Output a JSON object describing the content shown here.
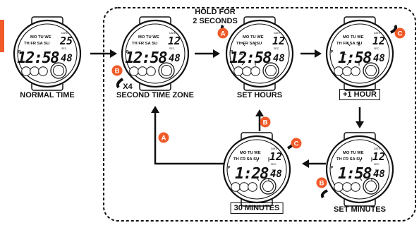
{
  "labels": {
    "normal_time": "NORMAL TIME",
    "second_time_zone": "SECOND TIME ZONE",
    "set_hours": "SET HOURS",
    "plus_one_hour": "+1 HOUR",
    "set_minutes": "SET MINUTES",
    "thirty_minutes": "30 MINUTES",
    "hold_line1": "HOLD FOR",
    "hold_line2": "2 SECONDS",
    "x4": "X4"
  },
  "buttons": {
    "a": "A",
    "b": "B",
    "c": "C"
  },
  "watch_text": {
    "days_top": "MO TU WE",
    "days_bottom": "TH FR SA SU",
    "date": "DATE",
    "sec": "SEC.",
    "p": "P"
  },
  "watches": [
    {
      "name": "normal-time",
      "date": "25",
      "time": "12:58",
      "sec": "48"
    },
    {
      "name": "second-time-zone",
      "date": "12",
      "time": "12:58",
      "sec": "48"
    },
    {
      "name": "set-hours",
      "date": "12",
      "time": "12:58",
      "sec": "48"
    },
    {
      "name": "plus-one-hour",
      "date": "12",
      "time": "1:58",
      "sec": "48"
    },
    {
      "name": "set-minutes",
      "date": "12",
      "time": "1:58",
      "sec": "48"
    },
    {
      "name": "thirty-minutes",
      "date": "12",
      "time": "1:28",
      "sec": "48"
    }
  ],
  "colors": {
    "button_badge": "#F05A28",
    "ink": "#111111",
    "accent": "#F05A28"
  }
}
